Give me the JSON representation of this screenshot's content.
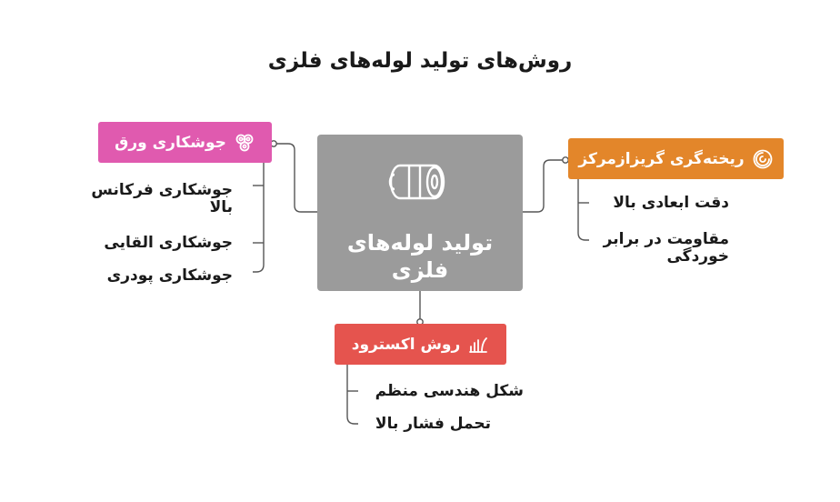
{
  "title": "روش‌های تولید لوله‌های فلزی",
  "center": {
    "label_line1": "تولید لوله‌های",
    "label_line2": "فلزی",
    "icon": "pipe-icon",
    "color": "#9b9b9b"
  },
  "branches": {
    "sheet_welding": {
      "label": "جوشکاری ورق",
      "icon": "gears-icon",
      "color": "#e05aaf",
      "items": [
        {
          "line1": "جوشکاری فرکانس",
          "line2": "بالا"
        },
        {
          "line1": "جوشکاری القایی"
        },
        {
          "line1": "جوشکاری پودری"
        }
      ]
    },
    "centrifugal_casting": {
      "label": "ریخته‌گری گریزازمرکز",
      "icon": "swirl-icon",
      "color": "#e3862a",
      "items": [
        {
          "line1": "دقت ابعادی بالا"
        },
        {
          "line1": "مقاومت در برابر",
          "line2": "خوردگی"
        }
      ]
    },
    "extrusion": {
      "label": "روش اکسترود",
      "icon": "extrude-icon",
      "color": "#e5544e",
      "items": [
        {
          "line1": "شکل هندسی منظم"
        },
        {
          "line1": "تحمل فشار بالا"
        }
      ]
    }
  }
}
